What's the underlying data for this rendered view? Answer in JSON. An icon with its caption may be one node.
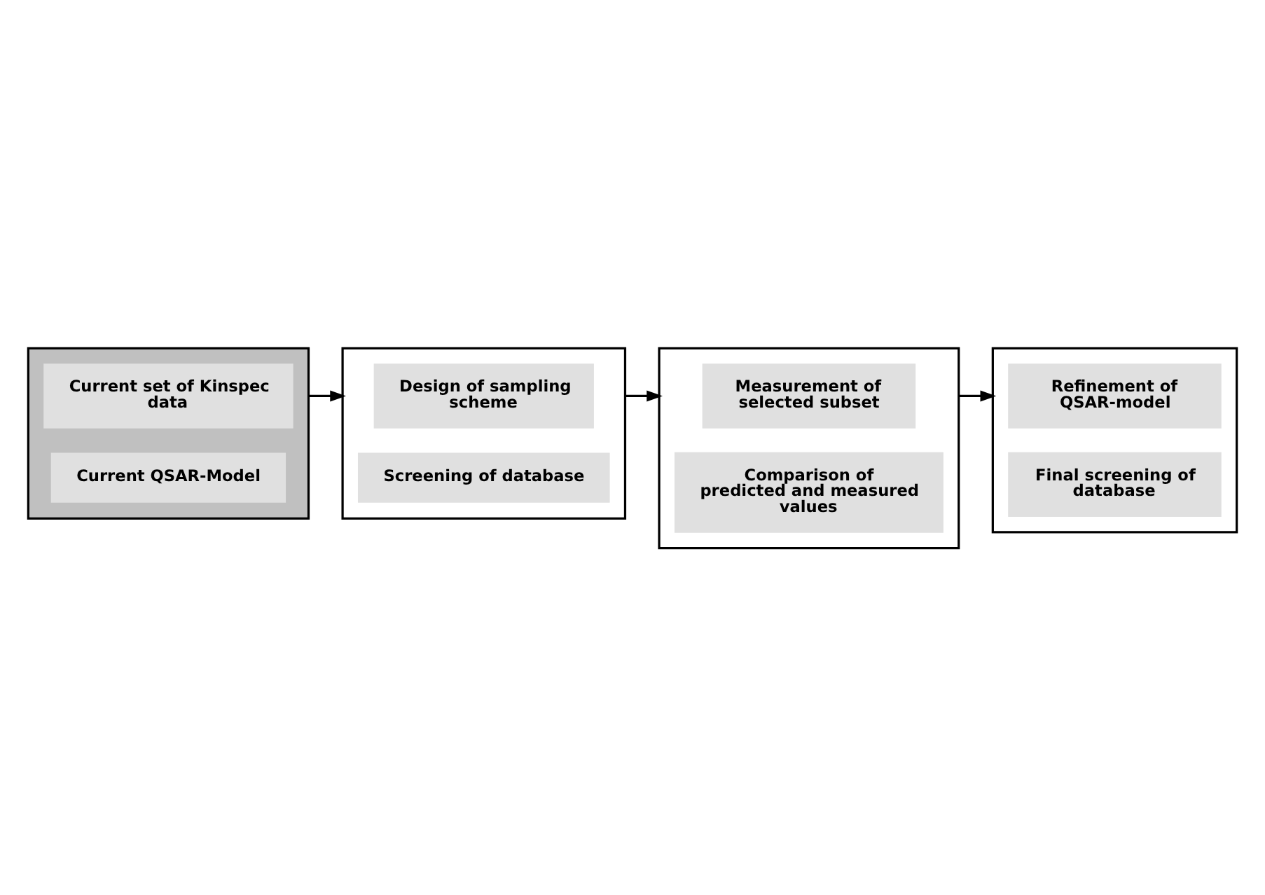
{
  "diagram": {
    "nodes": [
      {
        "text": [],
        "shape": "box"
      },
      {
        "text": [
          "Current set of Kinspec data"
        ],
        "in": 0
      },
      {
        "text": [
          "Current QSAR-Model"
        ],
        "in": 0
      },
      {
        "text": [],
        "shape": "box"
      },
      {
        "text": [
          "Design of sampling scheme"
        ],
        "in": 3
      },
      {
        "text": [
          "Screening of database"
        ],
        "in": 3
      },
      {
        "text": [],
        "shape": "box"
      },
      {
        "text": [
          "Measurement of selected subset"
        ],
        "in": 6
      },
      {
        "text": [
          "Comparison of predicted and measured values"
        ],
        "in": 6
      },
      {
        "text": [],
        "shape": "box"
      },
      {
        "text": [
          "Refinement of QSAR-model"
        ],
        "in": 9
      },
      {
        "text": [
          "Final screening of database"
        ],
        "in": 9
      }
    ],
    "edges": [
      {
        "from": 0,
        "to": 3,
        "arrow": "to"
      },
      {
        "from": 3,
        "to": 6,
        "arrow": "to"
      },
      {
        "from": 6,
        "to": 9,
        "arrow": "to"
      }
    ]
  }
}
